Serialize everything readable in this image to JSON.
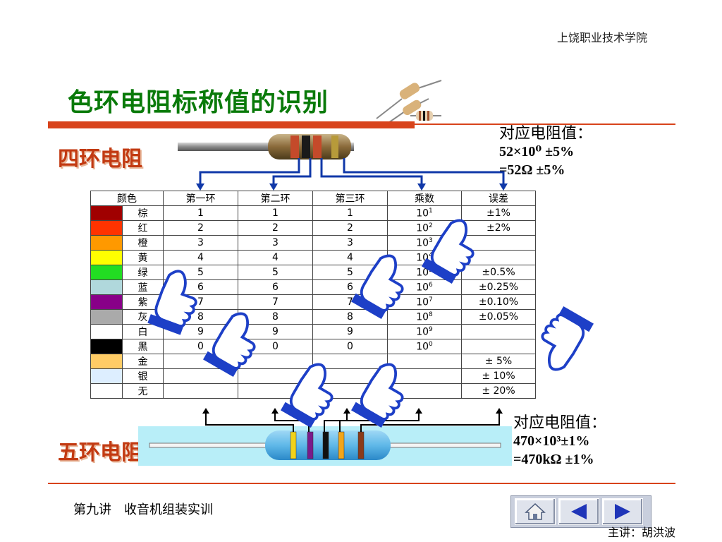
{
  "header": {
    "institution": "上饶职业技术学院",
    "title": "色环电阻标称值的识别"
  },
  "four_band": {
    "label": "四环电阻",
    "result_title": "对应电阻值：",
    "result_line1": "52×10⁰ ±5%",
    "result_line2": "=52Ω ±5%",
    "band_colors": [
      "#c44a2a",
      "#1a1a1a",
      "#c44a2a",
      "#b79a3a"
    ]
  },
  "five_band": {
    "label": "五环电阻",
    "result_title": "对应电阻值：",
    "result_line1": "470×10³±1%",
    "result_line2": "=470kΩ ±1%",
    "band_colors": [
      "#f2d21a",
      "#7a1a8a",
      "#111111",
      "#f2a51a",
      "#8a3a1a"
    ]
  },
  "table": {
    "headers": [
      "颜色",
      "第一环",
      "第二环",
      "第三环",
      "乘数",
      "误差"
    ],
    "rows": [
      {
        "swatch": "#a00000",
        "name": "棕",
        "d1": "1",
        "d2": "1",
        "d3": "1",
        "mult_base": "10",
        "mult_exp": "1",
        "tol": "±1%"
      },
      {
        "swatch": "#ff3300",
        "name": "红",
        "d1": "2",
        "d2": "2",
        "d3": "2",
        "mult_base": "10",
        "mult_exp": "2",
        "tol": "±2%"
      },
      {
        "swatch": "#ff9900",
        "name": "橙",
        "d1": "3",
        "d2": "3",
        "d3": "3",
        "mult_base": "10",
        "mult_exp": "3",
        "tol": ""
      },
      {
        "swatch": "#ffff00",
        "name": "黄",
        "d1": "4",
        "d2": "4",
        "d3": "4",
        "mult_base": "10",
        "mult_exp": "4",
        "tol": ""
      },
      {
        "swatch": "#22dd22",
        "name": "绿",
        "d1": "5",
        "d2": "5",
        "d3": "5",
        "mult_base": "10",
        "mult_exp": "5",
        "tol": "±0.5%"
      },
      {
        "swatch": "#b0d8dc",
        "name": "蓝",
        "d1": "6",
        "d2": "6",
        "d3": "6",
        "mult_base": "10",
        "mult_exp": "6",
        "tol": "±0.25%"
      },
      {
        "swatch": "#880088",
        "name": "紫",
        "d1": "7",
        "d2": "7",
        "d3": "7",
        "mult_base": "10",
        "mult_exp": "7",
        "tol": "±0.10%"
      },
      {
        "swatch": "#aaaaaa",
        "name": "灰",
        "d1": "8",
        "d2": "8",
        "d3": "8",
        "mult_base": "10",
        "mult_exp": "8",
        "tol": "±0.05%"
      },
      {
        "swatch": "#ffffff",
        "name": "白",
        "d1": "9",
        "d2": "9",
        "d3": "9",
        "mult_base": "10",
        "mult_exp": "9",
        "tol": ""
      },
      {
        "swatch": "#000000",
        "name": "黑",
        "d1": "0",
        "d2": "0",
        "d3": "0",
        "mult_base": "10",
        "mult_exp": "0",
        "tol": ""
      },
      {
        "swatch": "#ffcc66",
        "name": "金",
        "d1": "",
        "d2": "",
        "d3": "",
        "mult_base": "",
        "mult_exp": "",
        "tol": "± 5%"
      },
      {
        "swatch": "#ddeeff",
        "name": "银",
        "d1": "",
        "d2": "",
        "d3": "",
        "mult_base": "",
        "mult_exp": "",
        "tol": "± 10%"
      },
      {
        "swatch": "#ffffff",
        "name": "无",
        "d1": "",
        "d2": "",
        "d3": "",
        "mult_base": "",
        "mult_exp": "",
        "tol": "± 20%"
      }
    ]
  },
  "footer": {
    "lecture": "第九讲　收音机组装实训",
    "lecturer": "主讲：胡洪波",
    "nav": {
      "home_icon": "home-icon",
      "prev_icon": "prev-arrow-icon",
      "next_icon": "next-arrow-icon"
    }
  },
  "colors": {
    "title_green": "#0a7a0a",
    "accent_red": "#d8431b",
    "arrow_blue": "#1038a8",
    "hand_blue": "#1d3fc7"
  }
}
